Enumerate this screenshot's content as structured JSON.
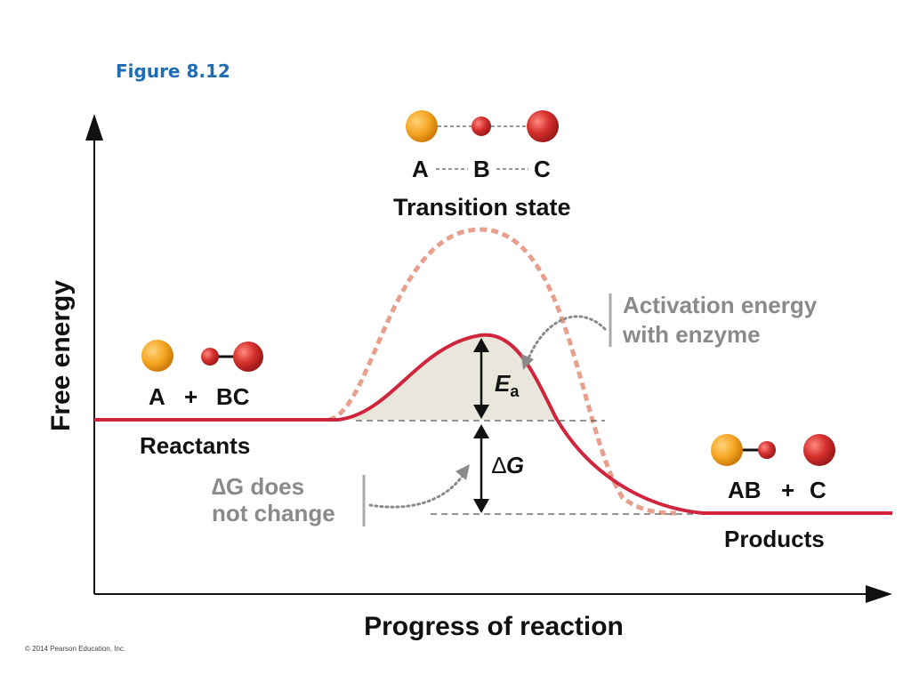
{
  "figure_label": "Figure 8.12",
  "copyright": "© 2014 Pearson Education, Inc.",
  "axes": {
    "y_label": "Free energy",
    "x_label": "Progress of reaction"
  },
  "transition_state": {
    "atoms": [
      "A",
      "B",
      "C"
    ],
    "label": "Transition state"
  },
  "reactants": {
    "formula": [
      "A",
      "+",
      "BC"
    ],
    "label": "Reactants"
  },
  "products": {
    "formula": [
      "AB",
      "+",
      "C"
    ],
    "label": "Products"
  },
  "activation_annotation": {
    "line1": "Activation energy",
    "line2": "with enzyme"
  },
  "delta_g_annotation": {
    "line1": "∆G does",
    "line2": "not change"
  },
  "ea_symbol": "E",
  "ea_subscript": "a",
  "delta_g_symbol": "∆",
  "delta_g_letter": "G",
  "colors": {
    "enzyme_curve": "#d1243d",
    "uncatalyzed_curve": "#e8a08e",
    "shade": "#e9e7dc",
    "atom_a": "#f5a623",
    "atom_bc": "#cc2b2b",
    "gray_text": "#8a8a8a",
    "title_blue": "#1f6db3"
  }
}
